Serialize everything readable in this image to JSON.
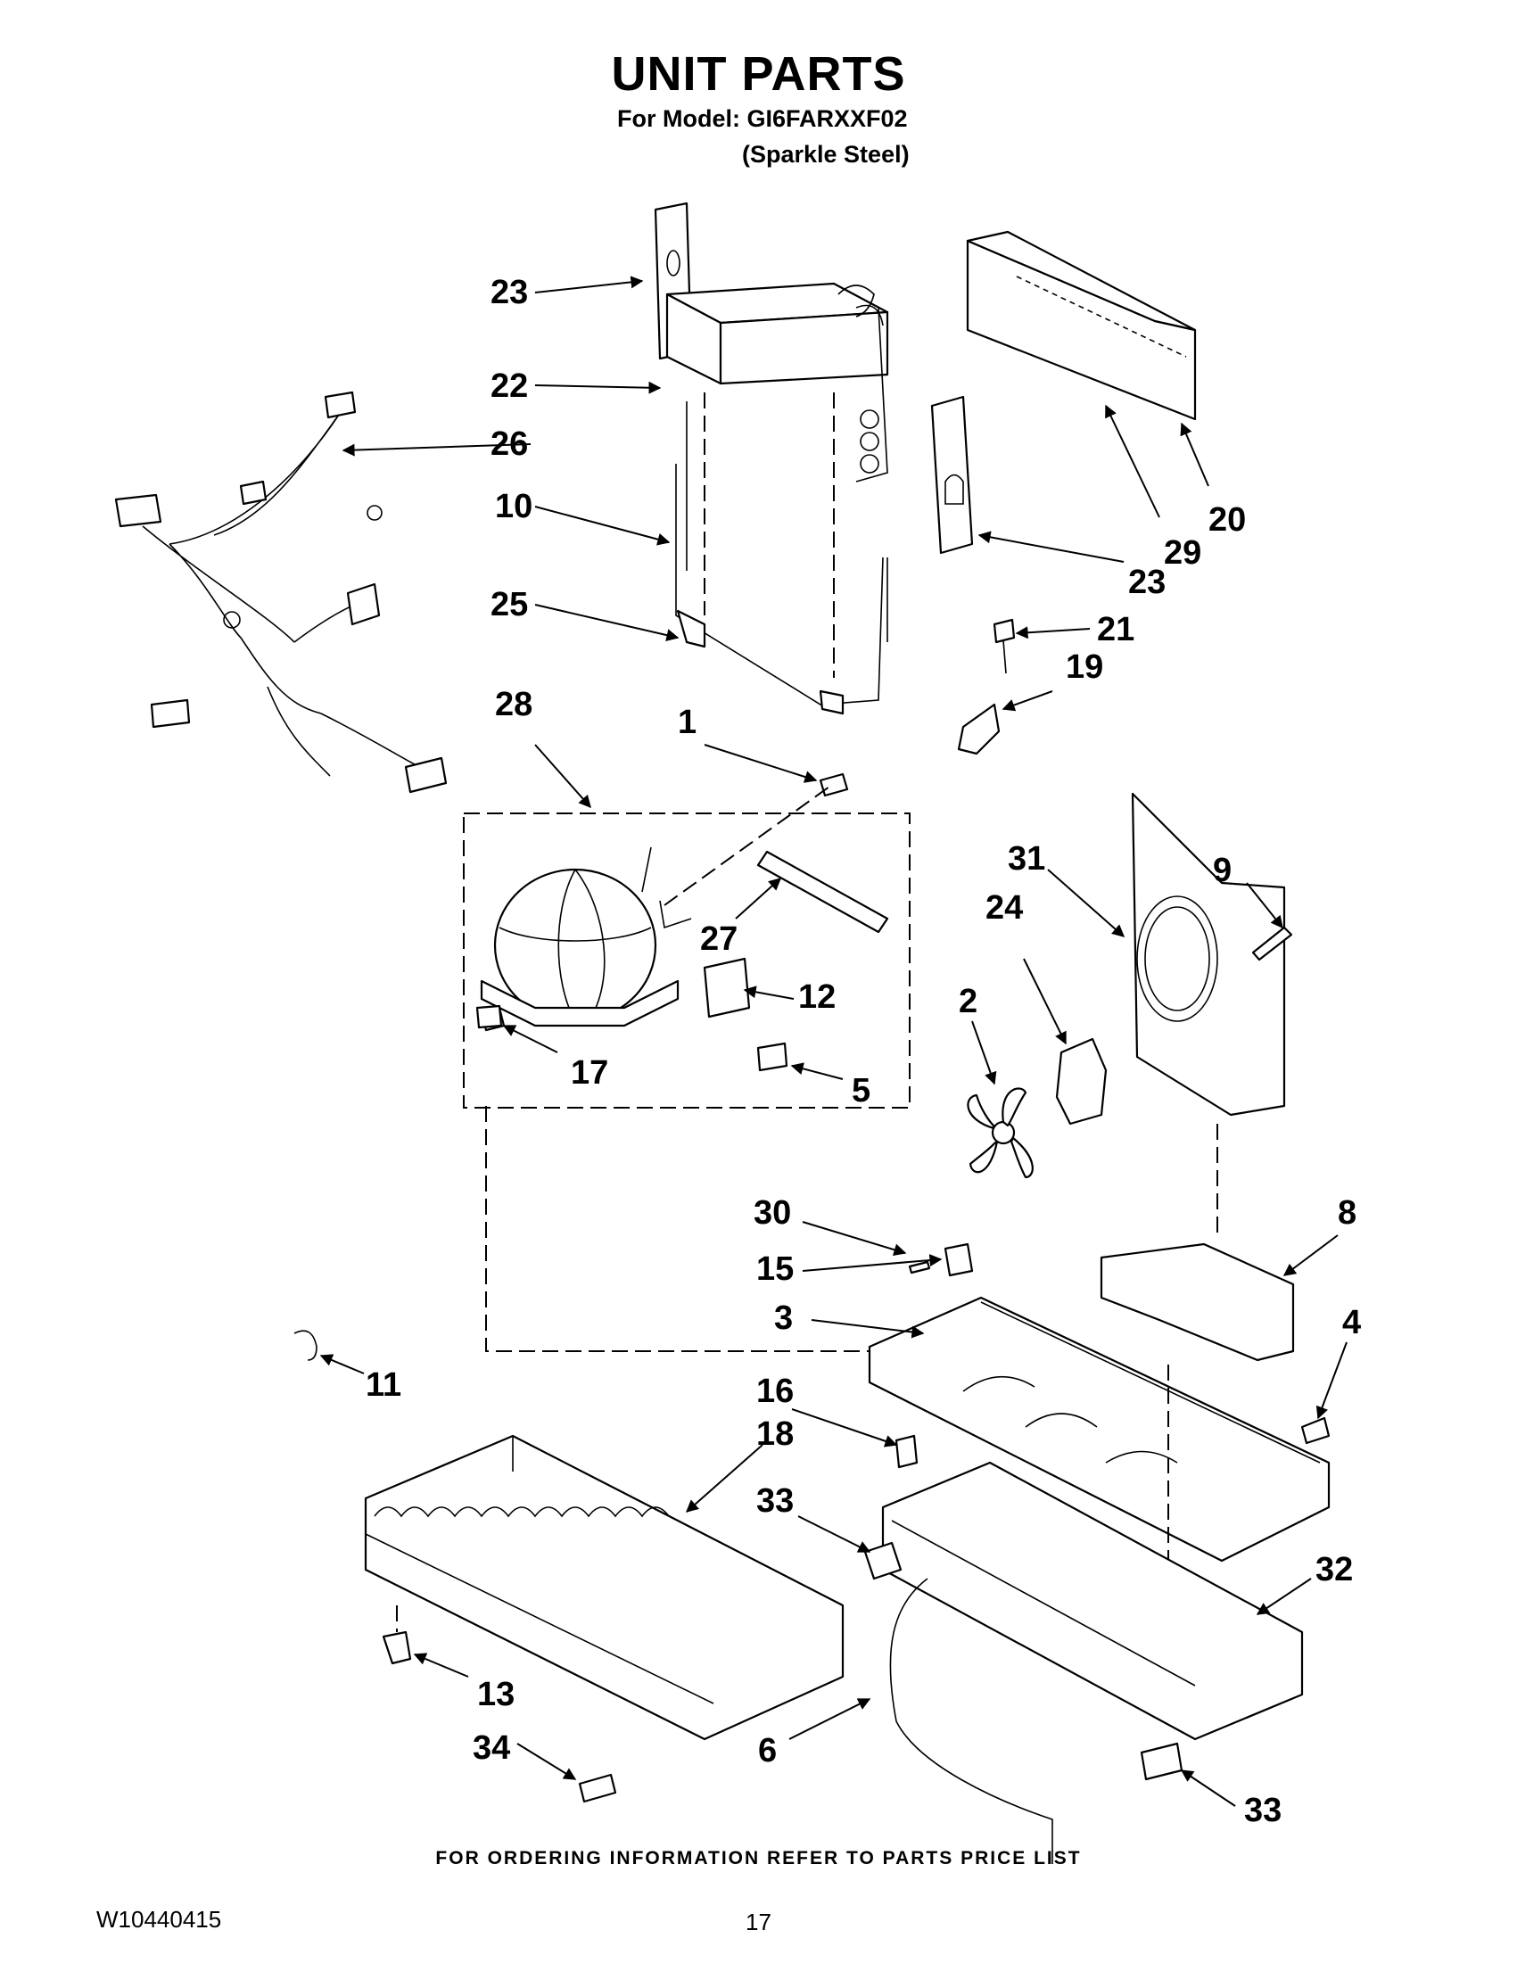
{
  "header": {
    "title": "UNIT PARTS",
    "model_line": "For Model: GI6FARXXF02",
    "finish_line": "(Sparkle Steel)"
  },
  "callouts": [
    {
      "id": "c23a",
      "label": "23"
    },
    {
      "id": "c22",
      "label": "22"
    },
    {
      "id": "c26",
      "label": "26"
    },
    {
      "id": "c10",
      "label": "10"
    },
    {
      "id": "c25",
      "label": "25"
    },
    {
      "id": "c20",
      "label": "20"
    },
    {
      "id": "c29",
      "label": "29"
    },
    {
      "id": "c23b",
      "label": "23"
    },
    {
      "id": "c21",
      "label": "21"
    },
    {
      "id": "c19",
      "label": "19"
    },
    {
      "id": "c28",
      "label": "28"
    },
    {
      "id": "c1",
      "label": "1"
    },
    {
      "id": "c27",
      "label": "27"
    },
    {
      "id": "c12",
      "label": "12"
    },
    {
      "id": "c17",
      "label": "17"
    },
    {
      "id": "c5",
      "label": "5"
    },
    {
      "id": "c31",
      "label": "31"
    },
    {
      "id": "c9",
      "label": "9"
    },
    {
      "id": "c24",
      "label": "24"
    },
    {
      "id": "c2",
      "label": "2"
    },
    {
      "id": "c30",
      "label": "30"
    },
    {
      "id": "c8",
      "label": "8"
    },
    {
      "id": "c15",
      "label": "15"
    },
    {
      "id": "c3",
      "label": "3"
    },
    {
      "id": "c4",
      "label": "4"
    },
    {
      "id": "c11",
      "label": "11"
    },
    {
      "id": "c16",
      "label": "16"
    },
    {
      "id": "c18",
      "label": "18"
    },
    {
      "id": "c33a",
      "label": "33"
    },
    {
      "id": "c32",
      "label": "32"
    },
    {
      "id": "c13",
      "label": "13"
    },
    {
      "id": "c6",
      "label": "6"
    },
    {
      "id": "c34",
      "label": "34"
    },
    {
      "id": "c33b",
      "label": "33"
    }
  ],
  "footer": {
    "note": "FOR ORDERING INFORMATION REFER TO PARTS PRICE LIST",
    "doc_number": "W10440415",
    "page_number": "17"
  }
}
